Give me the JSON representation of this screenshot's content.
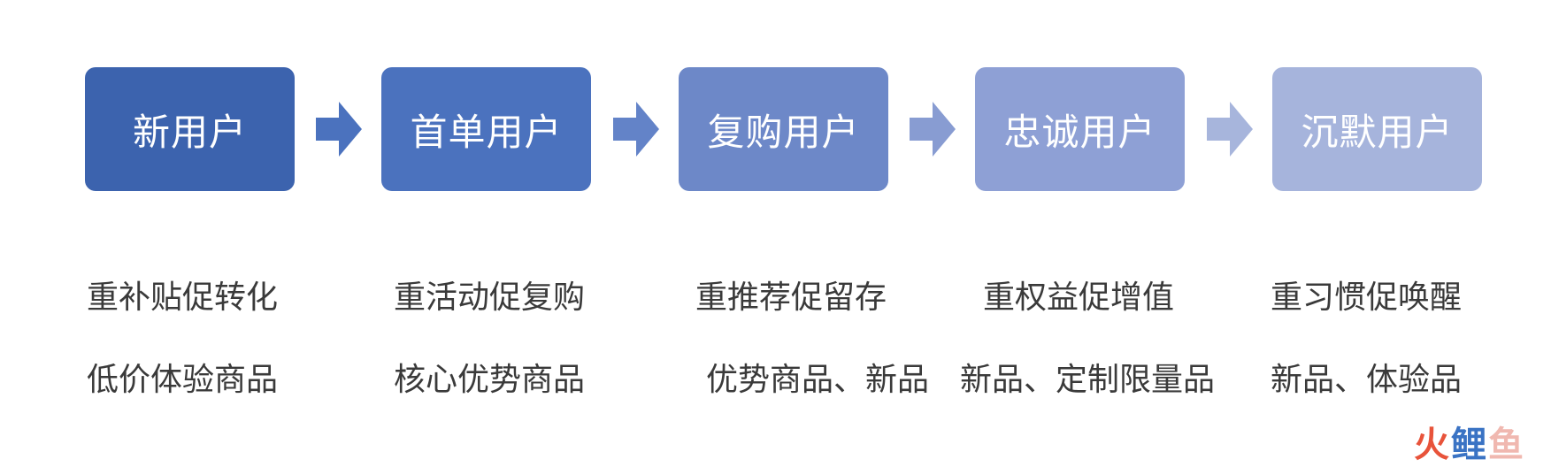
{
  "stages": [
    {
      "label": "新用户",
      "focus": "重补贴促转化",
      "products": "低价体验商品",
      "color": "#3c63ae"
    },
    {
      "label": "首单用户",
      "focus": "重活动促复购",
      "products": "核心优势商品",
      "color": "#4b72be"
    },
    {
      "label": "复购用户",
      "focus": "重推荐促留存",
      "products": "优势商品、新品",
      "color": "#6d88c8"
    },
    {
      "label": "忠诚用户",
      "focus": "重权益促增值",
      "products": "新品、定制限量品",
      "color": "#8ea0d5"
    },
    {
      "label": "沉默用户",
      "focus": "重习惯促唤醒",
      "products": "新品、体验品",
      "color": "#a6b4dc"
    }
  ],
  "arrows": [
    {
      "icon": "right-arrow-icon",
      "color": "#4b72be"
    },
    {
      "icon": "right-arrow-icon",
      "color": "#6383c8"
    },
    {
      "icon": "right-arrow-icon",
      "color": "#889cd2"
    },
    {
      "icon": "right-arrow-icon",
      "color": "#a7b5dc"
    }
  ],
  "watermark": {
    "text_1": "火",
    "text_2": "鲤",
    "text_3": "鱼",
    "color_1": "#e8533a",
    "color_2": "#3a73c4",
    "color_3": "#f0b8b0"
  }
}
